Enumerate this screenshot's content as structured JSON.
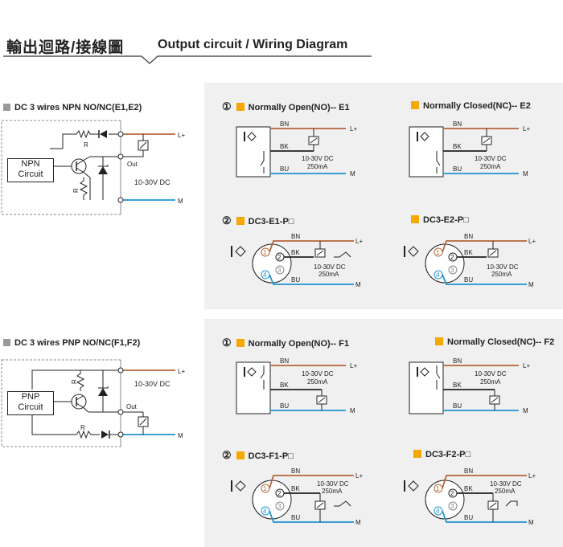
{
  "header": {
    "title_zh": "輸出迴路/接線圖",
    "title_en": "Output circuit / Wiring Diagram"
  },
  "labels": {
    "bn": "BN",
    "bk": "BK",
    "bu": "BU",
    "lplus": "L+",
    "m": "M",
    "out": "Out",
    "r": "R",
    "voltage": "10-30V DC",
    "current": "250mA",
    "pin1": "1",
    "pin2": "2",
    "pin3": "3",
    "pin4": "4"
  },
  "npn": {
    "title": "DC 3 wires NPN NO/NC(E1,E2)",
    "circuit_line1": "NPN",
    "circuit_line2": "Circuit",
    "voltage": "10-30V DC",
    "num1": "①",
    "num2": "②",
    "no_label": "Normally Open(NO)-- E1",
    "nc_label": "Normally Closed(NC)-- E2",
    "conn_no": "DC3-E1-P□",
    "conn_nc": "DC3-E2-P□"
  },
  "pnp": {
    "title": "DC 3 wires PNP NO/NC(F1,F2)",
    "circuit_line1": "PNP",
    "circuit_line2": "Circuit",
    "voltage": "10-30V DC",
    "num1": "①",
    "num2": "②",
    "no_label": "Normally Open(NO)-- F1",
    "nc_label": "Normally Closed(NC)-- F2",
    "conn_no": "DC3-F1-P□",
    "conn_nc": "DC3-F2-P□"
  },
  "colors": {
    "brown": "#b5653a",
    "blue": "#1f93d1",
    "black": "#222222",
    "accent": "#f5a800",
    "panel": "#f0f0f0"
  }
}
